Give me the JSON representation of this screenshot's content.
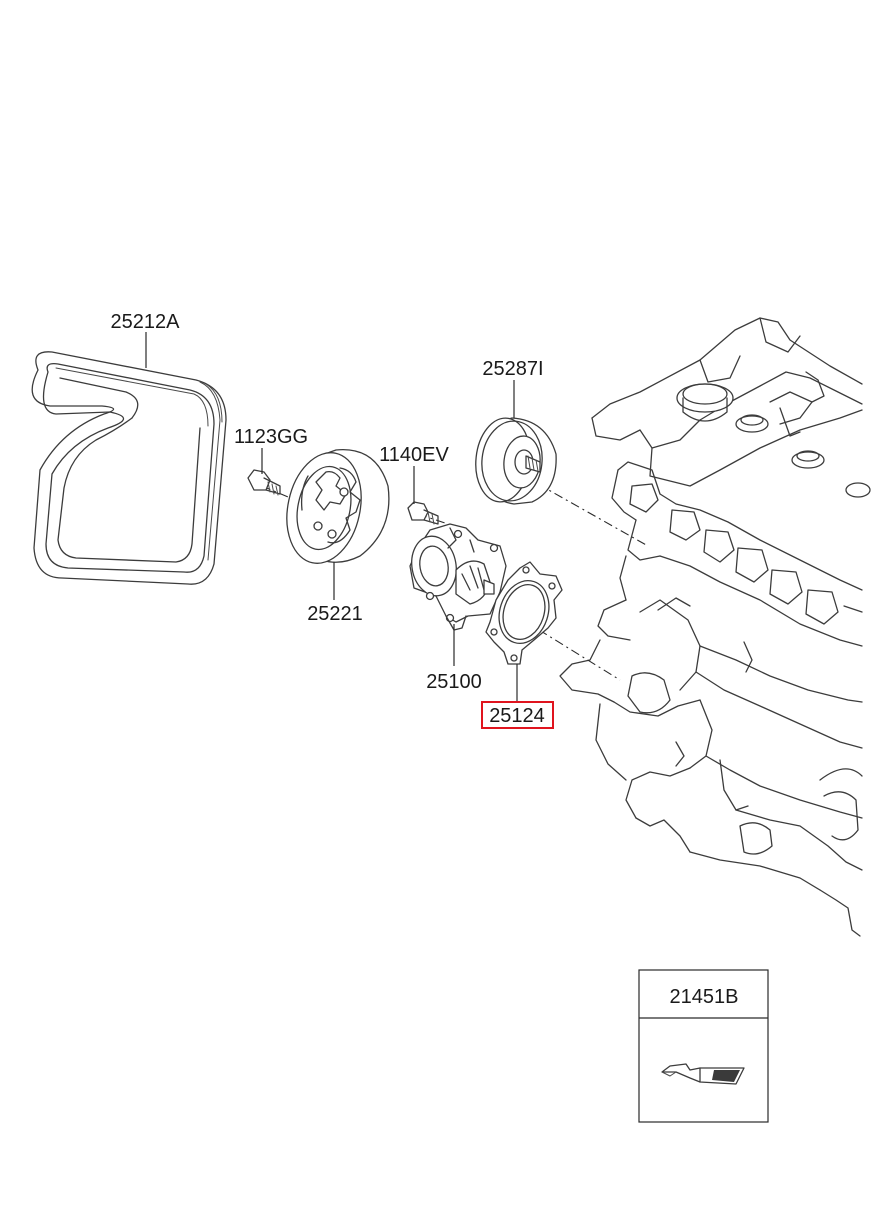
{
  "diagram": {
    "parts": [
      {
        "id": "belt",
        "part_number": "25212A",
        "icon": "drive-belt-icon"
      },
      {
        "id": "bolt_a",
        "part_number": "1123GG",
        "icon": "bolt-icon"
      },
      {
        "id": "pulley",
        "part_number": "25221",
        "icon": "pulley-icon"
      },
      {
        "id": "bolt_b",
        "part_number": "1140EV",
        "icon": "bolt-icon"
      },
      {
        "id": "idler",
        "part_number": "25287I",
        "icon": "idler-pulley-icon"
      },
      {
        "id": "pump",
        "part_number": "25100",
        "icon": "water-pump-icon"
      },
      {
        "id": "gasket",
        "part_number": "25124",
        "icon": "gasket-icon",
        "highlighted": true
      },
      {
        "id": "sealant",
        "part_number": "21451B",
        "icon": "sealant-tube-icon"
      }
    ],
    "colors": {
      "highlight": "#e0141e",
      "line": "#3c3c3c",
      "background": "#ffffff"
    }
  }
}
